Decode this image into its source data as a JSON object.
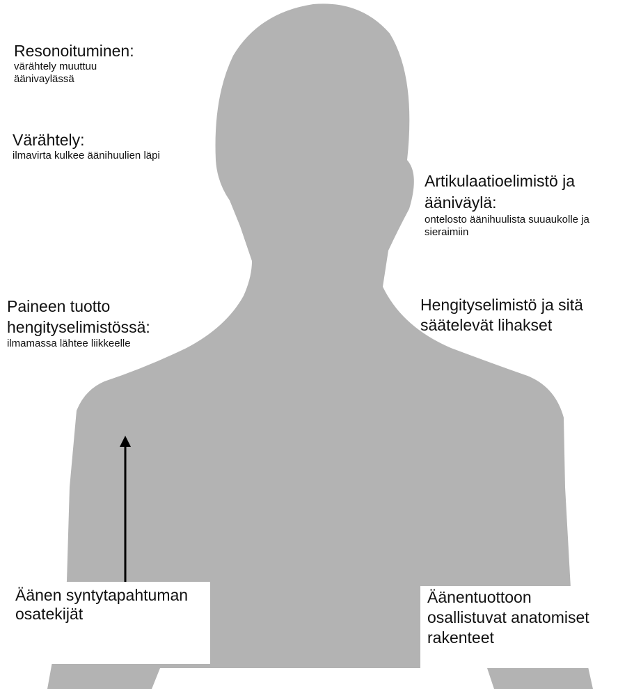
{
  "colors": {
    "silhouette": "#b3b3b3",
    "background": "#ffffff",
    "text": "#111111",
    "arrow": "#000000"
  },
  "icons": {
    "figure": "human-silhouette-icon",
    "arrow": "arrow-up-icon"
  },
  "labels": {
    "resonance": {
      "title": "Resonoituminen:",
      "desc": "värähtely muuttuu äänivaylässä"
    },
    "vibration": {
      "title": "Värähtely:",
      "desc": "ilmavirta kulkee äänihuulien läpi"
    },
    "articulation": {
      "title": "Artikulaatioelimistö ja ääniväylä:",
      "desc": "ontelosto äänihuulista suuaukolle ja sieraimiin"
    },
    "pressure": {
      "title": "Paineen tuotto hengityselimistössä:",
      "desc": "ilmamassa lähtee liikkeelle"
    },
    "respiratory": {
      "title": "Hengityselimistö ja sitä säätelevät lihakset"
    },
    "process_box": {
      "text": "Äänen syntytapahtuman osatekijät"
    },
    "anatomy_box": {
      "text": "Äänentuottoon osallistuvat anatomiset rakenteet"
    }
  }
}
